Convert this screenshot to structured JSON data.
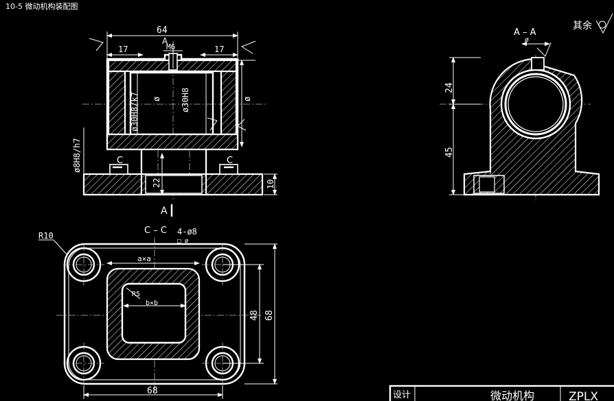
{
  "drawing": {
    "title_label": "10-5 微动机构装配图",
    "surface_symbol_label": "其余"
  },
  "front_view": {
    "dim_width": "64",
    "dim_left": "17",
    "dim_right": "17",
    "dim_thread": "M6",
    "dim_bore_left": "ø30H8/k7",
    "dim_bore_center": "ø30H8",
    "dim_dia_small": "ø",
    "dim_dia_right": "ø",
    "dim_pin": "ø8H8/h7",
    "dim_height": "22",
    "dim_base": "10",
    "section_a_top": "A",
    "section_a_bottom": "A",
    "section_c_left": "C",
    "section_c_right": "C"
  },
  "side_view": {
    "section_label": "A – A",
    "dim_dia": "ø",
    "dim_24": "24",
    "dim_45": "45"
  },
  "top_view": {
    "section_label": "C – C",
    "dim_holes": "4-ø8",
    "dim_holes_sub": "□ ø",
    "dim_radius": "R10",
    "dim_axa": "a×a",
    "dim_r5": "R5",
    "dim_bxb": "b×b",
    "dim_48": "48",
    "dim_68v": "68",
    "dim_68h": "68"
  },
  "title_block": {
    "design_label": "设计",
    "name": "微动机构",
    "code": "ZPLX"
  }
}
